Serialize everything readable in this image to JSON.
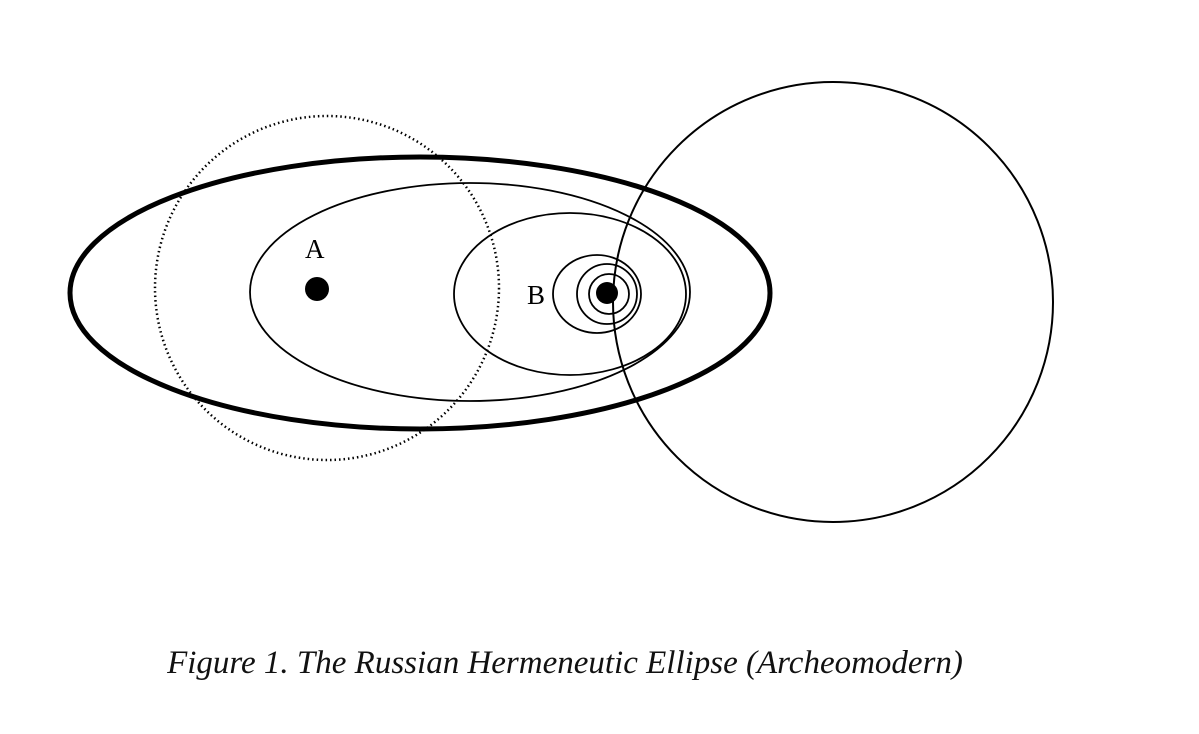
{
  "figure": {
    "caption": "Figure 1. The Russian Hermeneutic Ellipse (Archeomodern)",
    "point_labels": {
      "a": "A",
      "b": "B"
    }
  },
  "colors": {
    "ink": "#000000",
    "background": "#ffffff"
  }
}
